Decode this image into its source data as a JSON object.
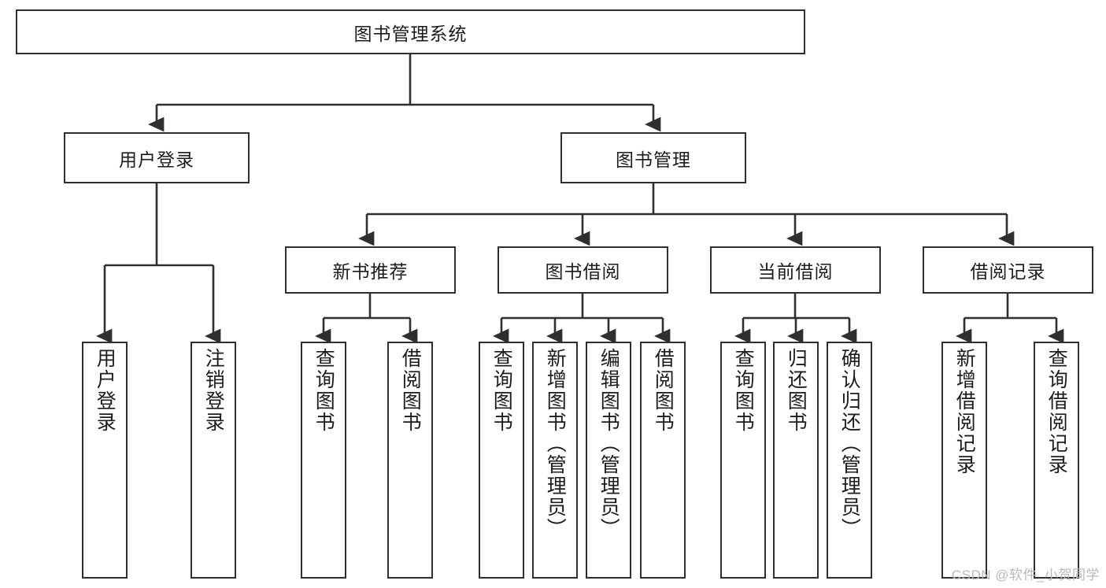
{
  "diagram": {
    "type": "tree-hierarchy",
    "title": "图书管理系统",
    "watermark": "CSDN @软件_小贺同学",
    "colors": {
      "stroke": "#2f2f2f",
      "fill": "#ffffff",
      "text": "#1c1c1c",
      "watermark": "#b9b9b9"
    },
    "root": {
      "label": "图书管理系统"
    },
    "level2": [
      {
        "id": "user-login",
        "label": "用户登录"
      },
      {
        "id": "book-management",
        "label": "图书管理"
      }
    ],
    "level3": [
      {
        "id": "new-book-recommend",
        "label": "新书推荐",
        "parent": "book-management"
      },
      {
        "id": "book-borrow",
        "label": "图书借阅",
        "parent": "book-management"
      },
      {
        "id": "current-borrow",
        "label": "当前借阅",
        "parent": "book-management"
      },
      {
        "id": "borrow-record",
        "label": "借阅记录",
        "parent": "book-management"
      }
    ],
    "leaves": {
      "user-login": [
        {
          "id": "leaf-user-login",
          "label": "用户登录"
        },
        {
          "id": "leaf-logout-login",
          "label": "注销登录"
        }
      ],
      "new-book-recommend": [
        {
          "id": "leaf-query-book-1",
          "label": "查询图书"
        },
        {
          "id": "leaf-borrow-book-1",
          "label": "借阅图书"
        }
      ],
      "book-borrow": [
        {
          "id": "leaf-query-book-2",
          "label": "查询图书"
        },
        {
          "id": "leaf-add-book-admin",
          "label": "新增图书（管理员）"
        },
        {
          "id": "leaf-edit-book-admin",
          "label": "编辑图书（管理员）"
        },
        {
          "id": "leaf-borrow-book-2",
          "label": "借阅图书"
        }
      ],
      "current-borrow": [
        {
          "id": "leaf-query-book-3",
          "label": "查询图书"
        },
        {
          "id": "leaf-return-book",
          "label": "归还图书"
        },
        {
          "id": "leaf-confirm-return-admin",
          "label": "确认归还（管理员）"
        }
      ],
      "borrow-record": [
        {
          "id": "leaf-add-borrow-record",
          "label": "新增借阅记录"
        },
        {
          "id": "leaf-query-borrow-record",
          "label": "查询借阅记录"
        }
      ]
    }
  }
}
